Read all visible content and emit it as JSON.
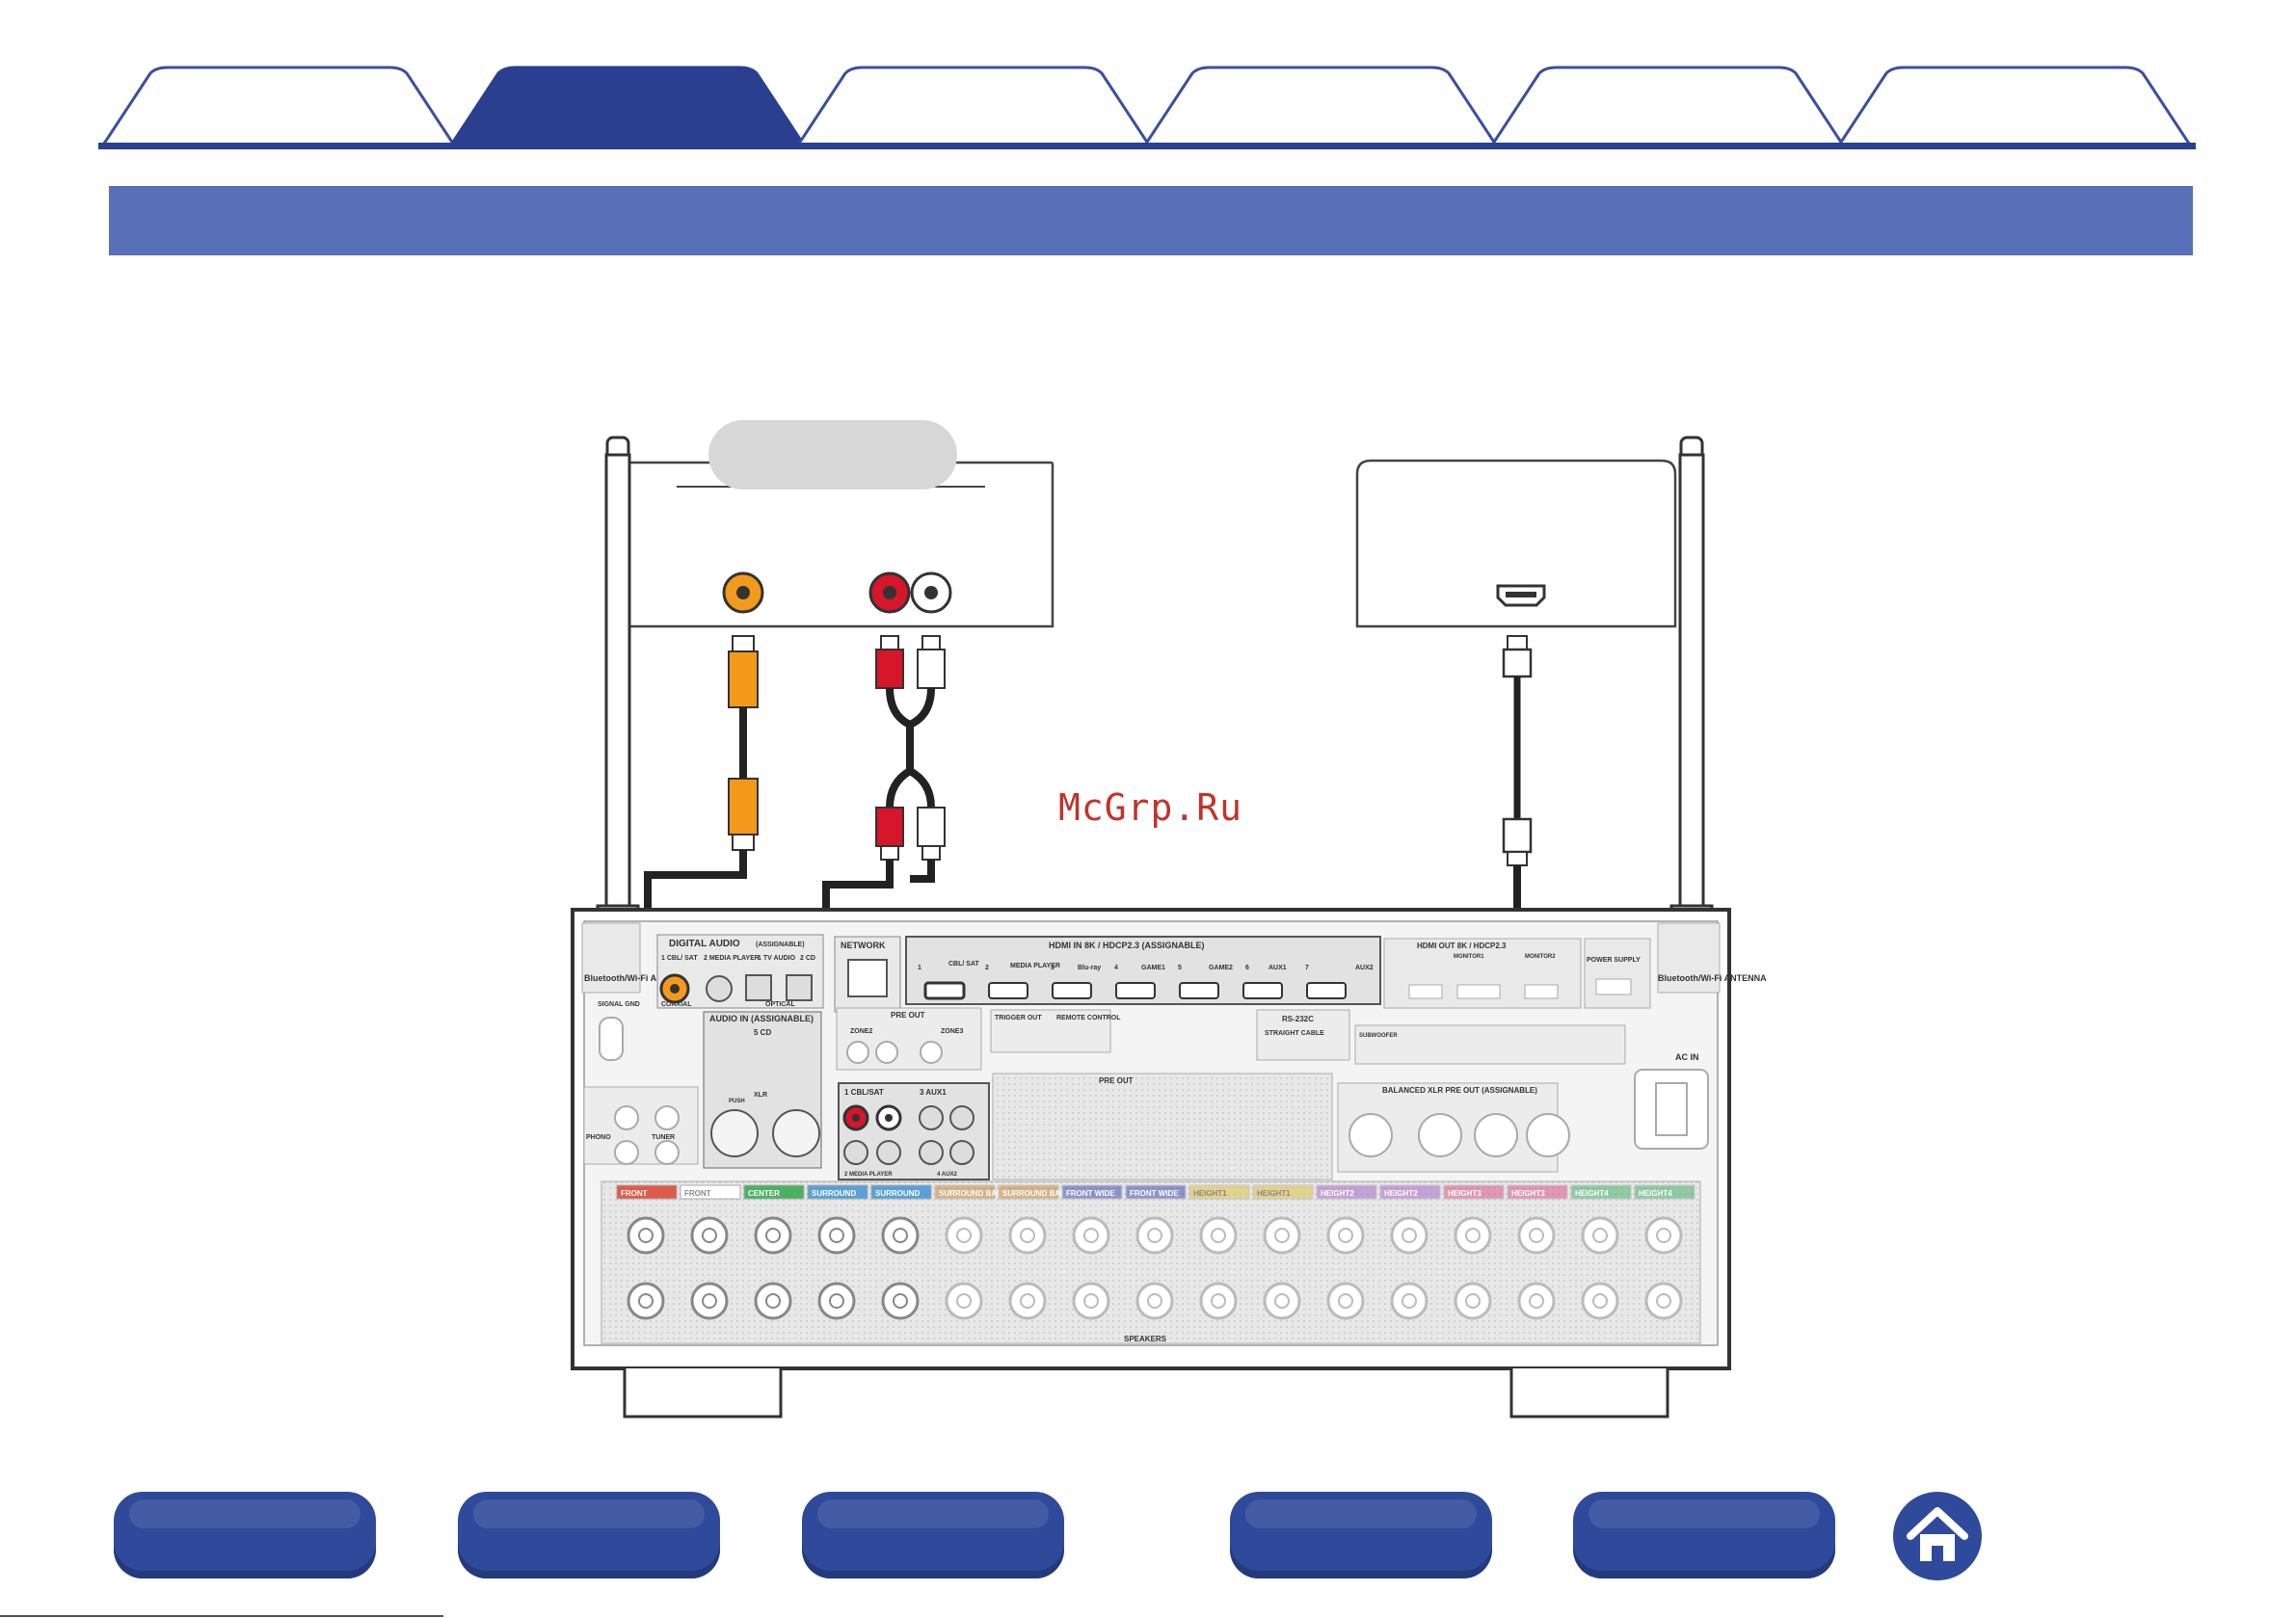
{
  "tabs": [
    {
      "label": "",
      "active": false
    },
    {
      "label": "",
      "active": true
    },
    {
      "label": "",
      "active": false
    },
    {
      "label": "",
      "active": false
    },
    {
      "label": "",
      "active": false
    },
    {
      "label": "",
      "active": false
    }
  ],
  "section_bar": {
    "title": ""
  },
  "watermark": "McGrp.Ru",
  "colors": {
    "tab_active": "#2a3f8f",
    "tab_outline": "#3b4fa0",
    "section_bar": "#5870b8",
    "nav_button": "#2f4a9a",
    "watermark": "#c0342b"
  },
  "receiver_labels": {
    "digital_audio": "DIGITAL AUDIO",
    "assignable": "(ASSIGNABLE)",
    "in_1_cbl_sat": "1 CBL/ SAT",
    "in_2_media_player": "2 MEDIA PLAYER",
    "in_1_tv_audio": "1 TV AUDIO",
    "in_2_cd": "2 CD",
    "coaxial": "COAXIAL",
    "optical": "OPTICAL",
    "network": "NETWORK",
    "hdmi_in": "HDMI IN 8K / HDCP2.3 (ASSIGNABLE)",
    "hdmi_inputs": [
      "1",
      "CBL/ SAT",
      "2",
      "MEDIA PLAYER",
      "3",
      "Blu-ray",
      "4",
      "GAME1",
      "5",
      "GAME2",
      "6",
      "AUX1",
      "7",
      "AUX2"
    ],
    "hdmi_out": "HDMI OUT 8K / HDCP2.3",
    "monitor1": "MONITOR1",
    "monitor2": "MONITOR2",
    "power_supply": "POWER SUPPLY",
    "bt_left": "Bluetooth/Wi-Fi ANTENNA",
    "bt_right": "Bluetooth/Wi-Fi ANTENNA",
    "signal_gnd": "SIGNAL GND",
    "audio_in": "AUDIO IN (ASSIGNABLE)",
    "cd_5": "5 CD",
    "xlr": "XLR",
    "push": "PUSH",
    "pre_out": "PRE OUT",
    "zone2": "ZONE2",
    "zone3": "ZONE3",
    "trigger_out": "TRIGGER OUT",
    "remote_control": "REMOTE CONTROL",
    "rs232c": "RS-232C",
    "straight_cable": "STRAIGHT CABLE",
    "subwoofer": "SUBWOOFER",
    "ac_in": "AC IN",
    "audio_row_1": "1 CBL/SAT",
    "audio_row_3": "3 AUX1",
    "audio_row_2": "2 MEDIA PLAYER",
    "audio_row_4": "4 AUX2",
    "phono": "PHONO",
    "tuner": "TUNER",
    "balanced_xlr": "BALANCED XLR PRE OUT (ASSIGNABLE)",
    "speakers": "SPEAKERS",
    "speaker_groups": [
      "FRONT",
      "FRONT",
      "CENTER",
      "SURROUND",
      "SURROUND",
      "SURROUND BACK",
      "SURROUND BACK",
      "FRONT WIDE",
      "FRONT WIDE",
      "HEIGHT1",
      "HEIGHT1",
      "HEIGHT2",
      "HEIGHT2",
      "HEIGHT3",
      "HEIGHT3",
      "HEIGHT4",
      "HEIGHT4"
    ],
    "assignable_label": "ASSIGNABLE"
  },
  "nav_buttons": [
    {
      "label": ""
    },
    {
      "label": ""
    },
    {
      "label": ""
    },
    {
      "label": ""
    },
    {
      "label": ""
    }
  ],
  "home_icon": "home-icon"
}
